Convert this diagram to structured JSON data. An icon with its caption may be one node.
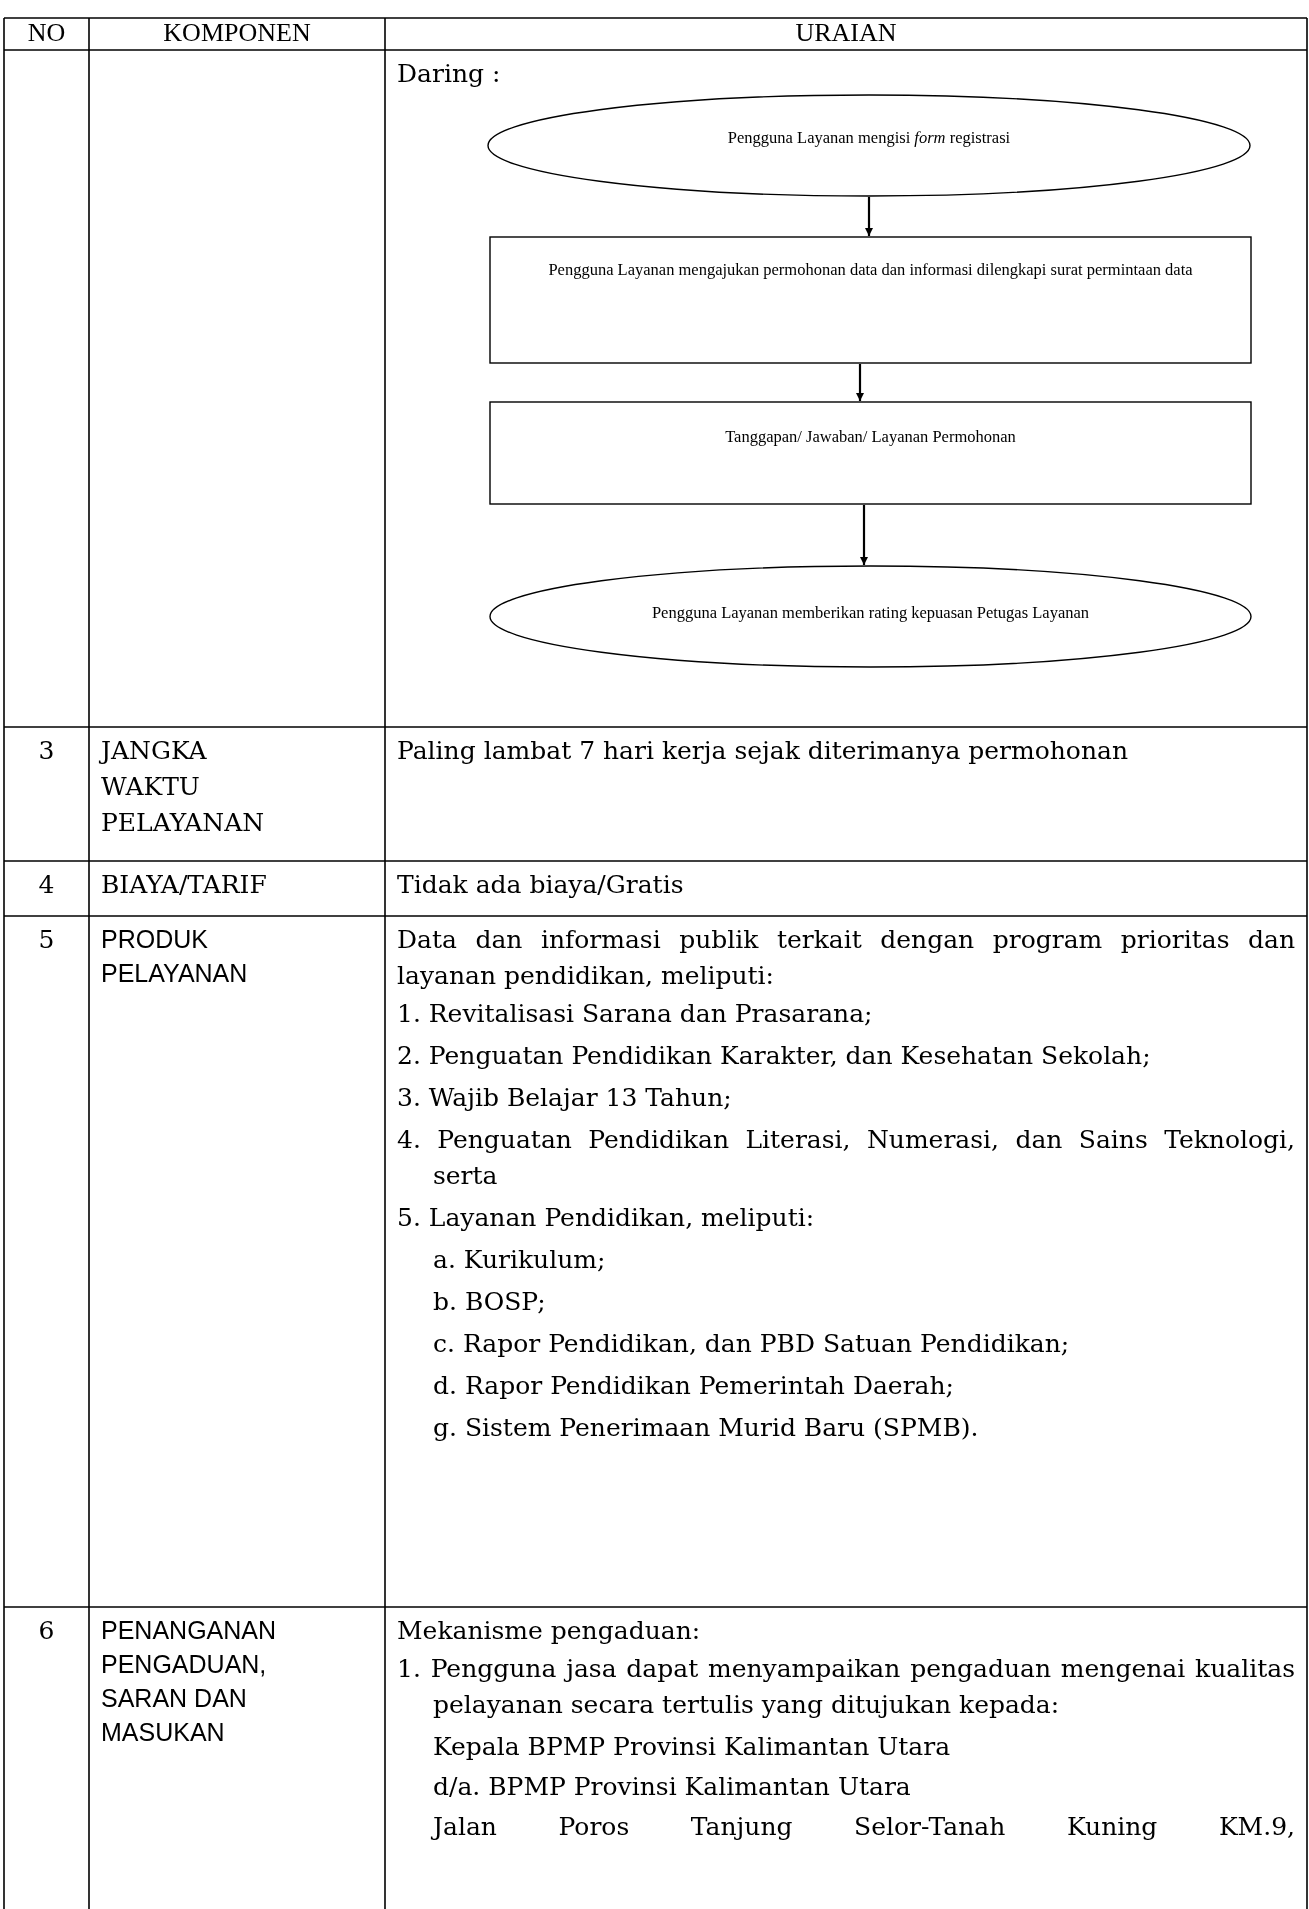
{
  "diagram": {
    "nodes": [
      {
        "text": [
          "Pengguna Layanan mengisi *form* registrasi"
        ]
      },
      {
        "text": [
          "Pengguna Layanan mengajukan permohonan data dan informasi dilengkapi surat permintaan data"
        ]
      },
      {
        "text": [
          "Tanggapan/ Jawaban/ Layanan Permohonan"
        ]
      },
      {
        "text": [
          "Pengguna Layanan memberikan rating kepuasan Petugas Layanan"
        ]
      }
    ],
    "edges": [
      {
        "from": 0,
        "to": 1,
        "arrow": "to"
      },
      {
        "from": 1,
        "to": 2,
        "arrow": "to"
      },
      {
        "from": 2,
        "to": 3,
        "arrow": "to"
      }
    ],
    "labels": [
      "NO",
      "KOMPONEN",
      "URAIAN",
      "Daring :",
      "3",
      "JANGKA WAKTU PELAYANAN",
      "Paling lambat 7 hari kerja sejak diterimanya permohonan",
      "4",
      "BIAYA/TARIF",
      "Tidak ada biaya/Gratis",
      "5",
      "PRODUK PELAYANAN",
      "Data dan informasi publik terkait dengan program prioritas dan layanan pendidikan, meliputi:",
      "1. Revitalisasi Sarana dan Prasarana;",
      "2. Penguatan Pendidikan Karakter, dan Kesehatan Sekolah;",
      "3. Wajib Belajar 13 Tahun;",
      "4. Penguatan Pendidikan Literasi, Numerasi, dan Sains Teknologi, serta",
      "5. Layanan Pendidikan, meliputi:",
      "a. Kurikulum;",
      "b. BOSP;",
      "c. Rapor Pendidikan, dan PBD Satuan Pendidikan;",
      "d. Rapor Pendidikan Pemerintah Daerah;",
      "g. Sistem Penerimaan Murid Baru (SPMB).",
      "6",
      "PENANGANAN PENGADUAN, SARAN DAN MASUKAN",
      "Mekanisme pengaduan:",
      "1. Pengguna jasa dapat menyampaikan pengaduan mengenai kualitas pelayanan secara tertulis yang ditujukan kepada:",
      "Kepala BPMP Provinsi Kalimantan Utara",
      "d/a. BPMP Provinsi Kalimantan Utara",
      "Jalan Poros Tanjung Selor-Tanah Kuning KM.9,"
    ]
  }
}
